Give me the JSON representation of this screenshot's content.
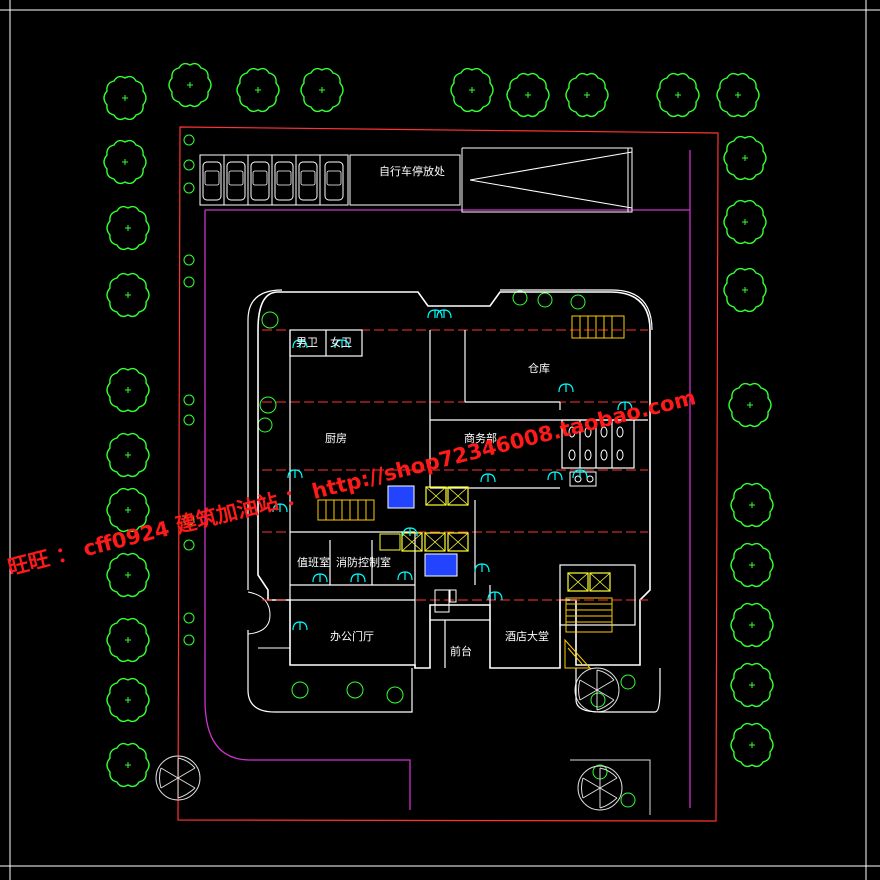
{
  "labels": {
    "bike_parking": "自行车停放处",
    "male_wc": "男卫",
    "female_wc": "女卫",
    "warehouse": "仓库",
    "kitchen": "厨房",
    "business_dept": "商务部",
    "duty_room": "值班室",
    "fire_control": "消防控制室",
    "office_lobby": "办公门厅",
    "hotel_lobby": "酒店大堂",
    "front_desk": "前台"
  },
  "watermark": {
    "left": "旺旺 ： cff0924 建筑加油站 ： http://shop72346008.taobao.com"
  },
  "colors": {
    "background": "#000000",
    "wall": "#ffffff",
    "site_boundary": "#ff3333",
    "road_edge": "#cc33cc",
    "tree": "#33ff33",
    "axis": "#ff3333",
    "stair": "#ffcc00",
    "elevator": "#ffff33",
    "fire_elevator": "#2244ff",
    "door": "#00ffff",
    "watermark": "#ff1a1a"
  },
  "icons": [
    "tree-icon",
    "car-icon",
    "stair-icon",
    "elevator-icon",
    "door-icon",
    "wc-fixture-icon"
  ]
}
